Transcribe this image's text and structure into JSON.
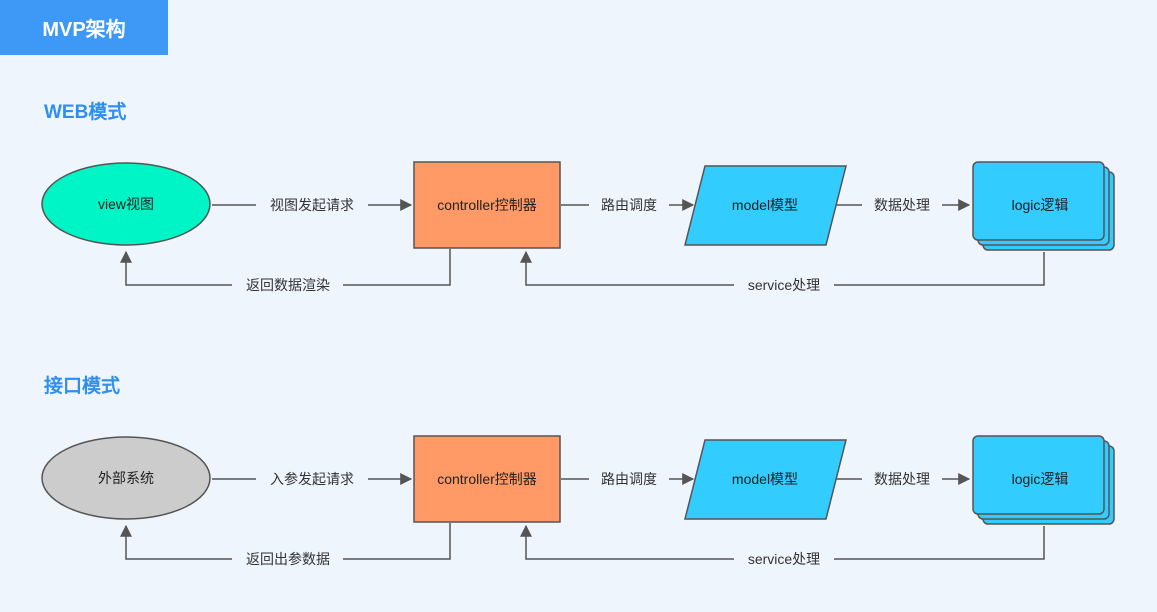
{
  "header": {
    "title": "MVP架构"
  },
  "colors": {
    "badge": "#3d99f5",
    "section_title": "#2f8ff0",
    "view_fill": "#00f5c6",
    "external_fill": "#cccccc",
    "controller_fill": "#ff9966",
    "model_fill": "#33ccff",
    "logic_fill": "#33ccff",
    "stroke": "#555555"
  },
  "web": {
    "title": "WEB模式",
    "nodes": {
      "view": "view视图",
      "controller": "controller控制器",
      "model": "model模型",
      "logic": "logic逻辑"
    },
    "edges": {
      "request": "视图发起请求",
      "route": "路由调度",
      "data": "数据处理",
      "service": "service处理",
      "render": "返回数据渲染"
    }
  },
  "api": {
    "title": "接口模式",
    "nodes": {
      "external": "外部系统",
      "controller": "controller控制器",
      "model": "model模型",
      "logic": "logic逻辑"
    },
    "edges": {
      "request": "入参发起请求",
      "route": "路由调度",
      "data": "数据处理",
      "service": "service处理",
      "return": "返回出参数据"
    }
  }
}
